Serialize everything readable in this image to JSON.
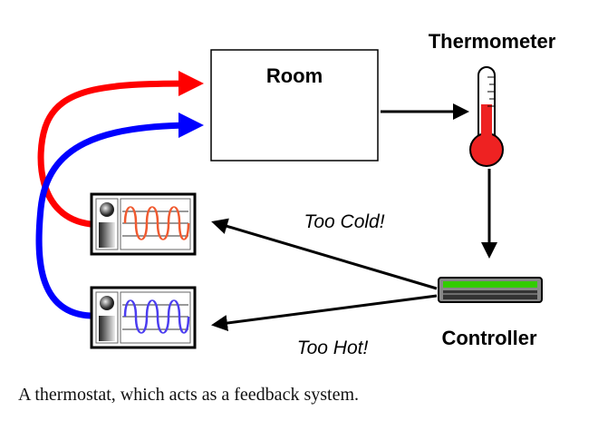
{
  "diagram": {
    "room_label": "Room",
    "thermometer_label": "Thermometer",
    "controller_label": "Controller",
    "too_cold_label": "Too Cold!",
    "too_hot_label": "Too Hot!",
    "colors": {
      "heat": "#ff0000",
      "cool": "#0000ff",
      "heater_coil": "#f05a30",
      "cooler_coil": "#4b3df0",
      "controller_display": "#33cc00"
    }
  },
  "caption": "A thermostat, which acts as a feedback system."
}
